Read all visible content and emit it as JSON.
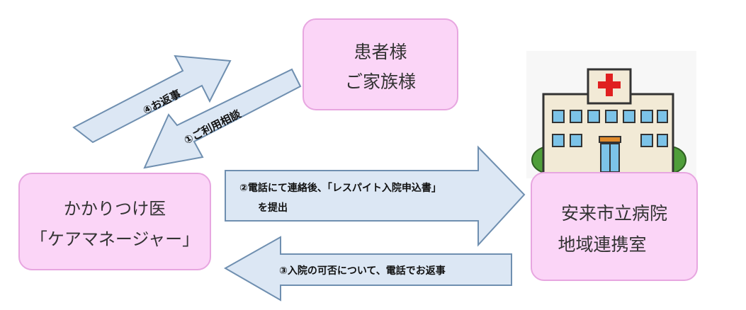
{
  "nodes": {
    "patient": {
      "line1": "患者様",
      "line2": "ご家族様"
    },
    "doctor": {
      "line1": "かかりつけ医",
      "line2": "「ケアマネージャー」"
    },
    "hospital": {
      "line1": "安来市立病院",
      "line2": "地域連携室"
    }
  },
  "arrows": {
    "reply_to_doctor": "④お返事",
    "consult": "①ご利用相談",
    "application": {
      "line1": "②電話にて連絡後、「レスパイト入院申込書」",
      "line2": "を提出"
    },
    "hospital_reply": "③入院の可否について、電話でお返事"
  },
  "colors": {
    "box_fill": "#fbd5f7",
    "box_stroke": "#e7a6e0",
    "arrow_fill": "#dce7f4",
    "arrow_stroke": "#6f8fb0"
  }
}
